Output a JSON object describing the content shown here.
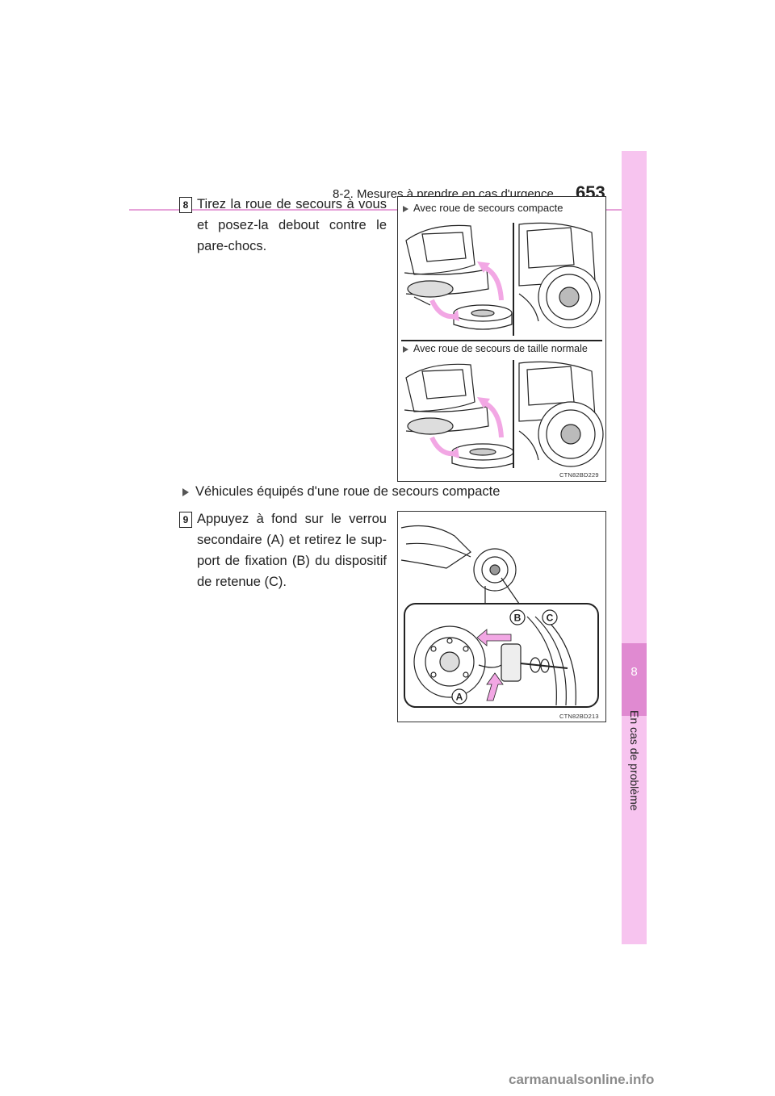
{
  "header": {
    "section": "8-2. Mesures à prendre en cas d'urgence",
    "page_number": "653"
  },
  "side_tab": {
    "chapter_number": "8",
    "chapter_title": "En cas de problème"
  },
  "step8": {
    "badge": "8",
    "text": "Tirez la roue de secours à vous et posez-la debout contre le pare-chocs.",
    "figure": {
      "caption_top": "Avec roue de secours compacte",
      "caption_bottom": "Avec roue de secours de taille normale",
      "code": "CTN82BD229"
    }
  },
  "condition_line": "Véhicules équipés d'une roue de secours compacte",
  "step9": {
    "badge": "9",
    "text": "Appuyez à fond sur le verrou secondaire (A) et retirez le sup-port de fixation (B) du dispositif de retenue (C).",
    "figure": {
      "label_a": "A",
      "label_b": "B",
      "label_c": "C",
      "code": "CTN82BD213"
    }
  },
  "footer": {
    "watermark": "carmanualsonline.info"
  },
  "colors": {
    "tab_light": "#f7c4ef",
    "tab_dark": "#e08ad1",
    "rule": "#e6a3d9",
    "arrow_pink": "#f2a7e4"
  }
}
